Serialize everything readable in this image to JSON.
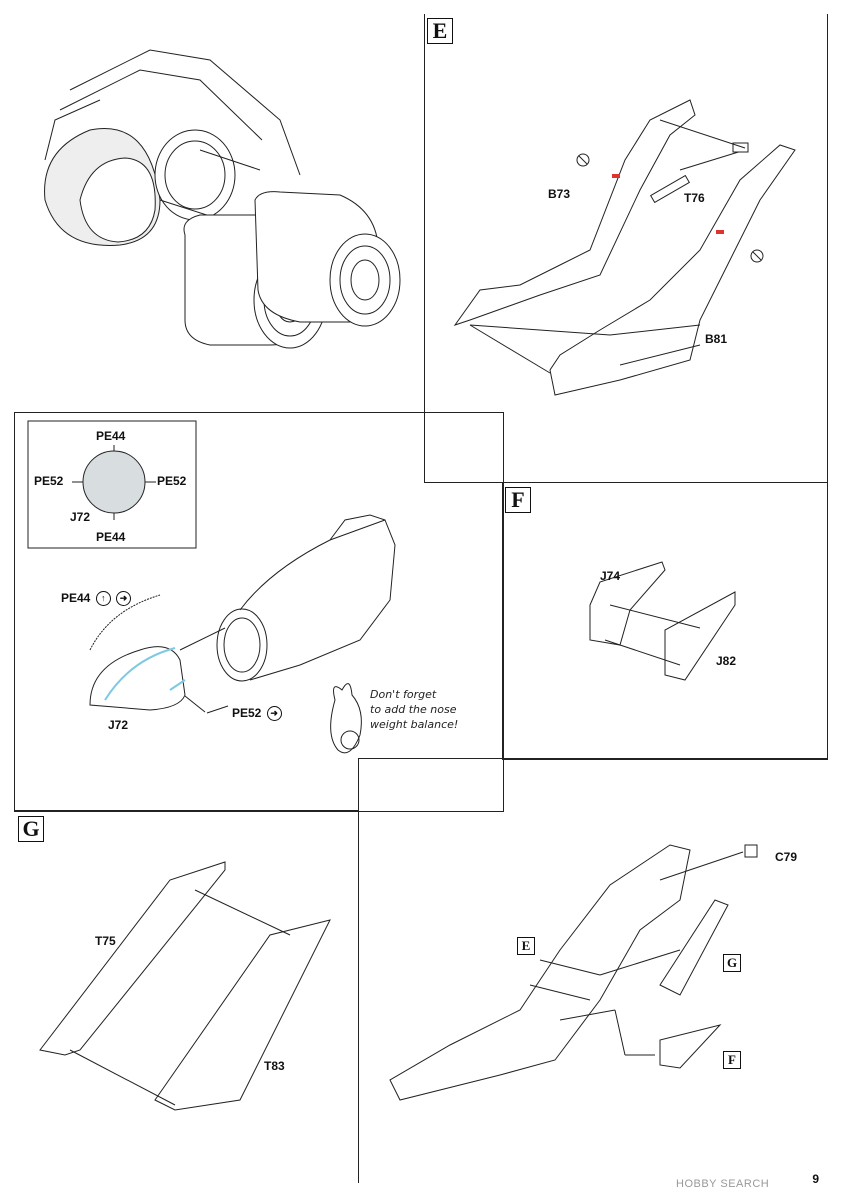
{
  "panels": {
    "e": {
      "letter": "E",
      "parts": {
        "b73": "B73",
        "t76": "T76",
        "b81": "B81"
      }
    },
    "pe_inset": {
      "top": "PE44",
      "left": "PE52",
      "right": "PE52",
      "bottom": "PE44",
      "center": "J72"
    },
    "nose": {
      "pe44": "PE44",
      "pe52": "PE52",
      "j72": "J72",
      "note_lines": [
        "Don't forget",
        "to add the nose",
        "weight balance!"
      ]
    },
    "f": {
      "letter": "F",
      "parts": {
        "j74": "J74",
        "j82": "J82"
      }
    },
    "g": {
      "letter": "G",
      "parts": {
        "t75": "T75",
        "t83": "T83"
      }
    },
    "assembly": {
      "c79": "C79",
      "ref_e": "E",
      "ref_g": "G",
      "ref_f": "F"
    }
  },
  "page_number": "9",
  "watermark": "HOBBY SEARCH"
}
